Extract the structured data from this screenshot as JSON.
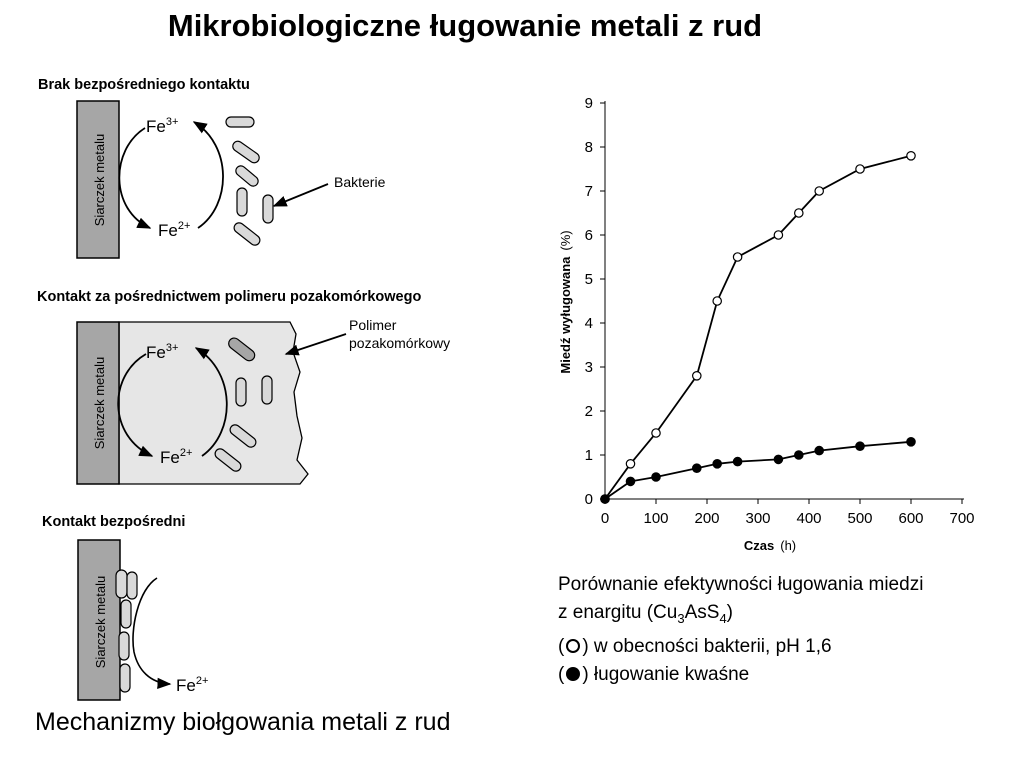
{
  "title": "Mikrobiologiczne ługowanie metali z rud",
  "caption": "Mechanizmy biołgowania metali z rud",
  "mechanisms": {
    "no_contact": {
      "label": "Brak bezpośredniego kontaktu",
      "substrate": "Siarczek metalu",
      "fe3": "Fe",
      "fe3_sup": "3+",
      "fe2": "Fe",
      "fe2_sup": "2+",
      "bacteria_label": "Bakterie"
    },
    "polymer": {
      "label": "Kontakt za pośrednictwem polimeru pozakomórkowego",
      "substrate": "Siarczek metalu",
      "fe3": "Fe",
      "fe3_sup": "3+",
      "fe2": "Fe",
      "fe2_sup": "2+",
      "polymer_label_line1": "Polimer",
      "polymer_label_line2": "pozakomórkowy"
    },
    "direct": {
      "label": "Kontakt bezpośredni",
      "substrate": "Siarczek metalu",
      "fe2": "Fe",
      "fe2_sup": "2+"
    }
  },
  "chart_caption": {
    "line1": "Porównanie efektywności ługowania miedzi",
    "line2_prefix": "z enargitu (Cu",
    "line2_sub1": "3",
    "line2_mid": "AsS",
    "line2_sub2": "4",
    "line2_suffix": ")",
    "line3_open": "(",
    "line3_close": ") w obecności bakterii, pH 1,6",
    "line4_open": "(",
    "line4_close": ") ługowanie kwaśne"
  },
  "chart_data": {
    "type": "line",
    "xlabel": "Czas",
    "xunit": "(h)",
    "ylabel": "Miedź wyługowana",
    "yunit": "(%)",
    "xlim": [
      0,
      700
    ],
    "ylim": [
      0,
      9
    ],
    "xticks": [
      0,
      100,
      200,
      300,
      400,
      500,
      600,
      700
    ],
    "yticks": [
      0,
      1,
      2,
      3,
      4,
      5,
      6,
      7,
      8,
      9
    ],
    "grid": false,
    "series": [
      {
        "marker": "open-circle",
        "x": [
          0,
          50,
          100,
          180,
          220,
          260,
          340,
          380,
          420,
          500,
          600
        ],
        "y": [
          0,
          0.8,
          1.5,
          2.8,
          4.5,
          5.5,
          6.0,
          6.5,
          7.0,
          7.5,
          7.8
        ]
      },
      {
        "marker": "filled-circle",
        "x": [
          0,
          50,
          100,
          180,
          220,
          260,
          340,
          380,
          420,
          500,
          600
        ],
        "y": [
          0,
          0.4,
          0.5,
          0.7,
          0.8,
          0.85,
          0.9,
          1.0,
          1.1,
          1.2,
          1.3
        ]
      }
    ]
  },
  "colors": {
    "substrate_fill": "#a6a6a6",
    "bacteria_fill": "#d9d9d9",
    "polymer_fill": "#e6e6e6"
  }
}
